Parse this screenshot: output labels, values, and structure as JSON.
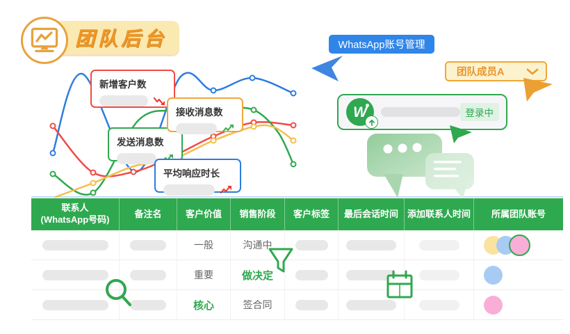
{
  "brand": {
    "title": "团队后台"
  },
  "chart": {
    "axis_color": "#C9DAF3",
    "cards": [
      {
        "key": "new-customers",
        "label": "新增客户数",
        "trend": "down",
        "trend_color": "#E93A34",
        "border": "#F04B45",
        "pill_w": 70
      },
      {
        "key": "sent-messages",
        "label": "发送消息数",
        "trend": "up",
        "trend_color": "#3FAE53",
        "border": "#2FA84F",
        "pill_w": 70
      },
      {
        "key": "received-messages",
        "label": "接收消息数",
        "trend": "up",
        "trend_color": "#3FAE53",
        "border": "#EFA73B",
        "pill_w": 70
      },
      {
        "key": "avg-response-time",
        "label": "平均响应时长",
        "trend": "up",
        "trend_color": "#E93A34",
        "border": "#2E7BE0",
        "pill_w": 88
      }
    ],
    "series": [
      {
        "name": "avg-response-time",
        "color": "#2E7CE0",
        "points": [
          [
            76,
            220
          ],
          [
            118,
            106
          ],
          [
            195,
            247
          ],
          [
            260,
            110
          ],
          [
            307,
            130
          ],
          [
            363,
            112
          ],
          [
            422,
            134
          ]
        ],
        "markers": [
          [
            76,
            220
          ],
          [
            307,
            130
          ],
          [
            363,
            112
          ],
          [
            422,
            134
          ]
        ]
      },
      {
        "name": "new-customers",
        "color": "#F04B45",
        "points": [
          [
            76,
            181
          ],
          [
            134,
            248
          ],
          [
            192,
            247
          ],
          [
            250,
            224
          ],
          [
            307,
            196
          ],
          [
            365,
            176
          ],
          [
            422,
            180
          ]
        ],
        "markers": [
          [
            76,
            181
          ],
          [
            134,
            248
          ],
          [
            192,
            247
          ],
          [
            307,
            196
          ],
          [
            365,
            176
          ],
          [
            422,
            180
          ]
        ]
      },
      {
        "name": "sent-messages",
        "color": "#2FA84F",
        "points": [
          [
            76,
            250
          ],
          [
            134,
            277
          ],
          [
            200,
            172
          ],
          [
            260,
            159
          ],
          [
            320,
            156
          ],
          [
            365,
            158
          ],
          [
            400,
            190
          ],
          [
            422,
            236
          ]
        ],
        "markers": [
          [
            76,
            250
          ],
          [
            134,
            277
          ],
          [
            365,
            158
          ],
          [
            422,
            236
          ]
        ]
      },
      {
        "name": "received-messages",
        "color": "#F5BE4B",
        "points": [
          [
            80,
            283
          ],
          [
            134,
            263
          ],
          [
            192,
            239
          ],
          [
            250,
            228
          ],
          [
            307,
            202
          ],
          [
            365,
            182
          ],
          [
            395,
            183
          ],
          [
            422,
            202
          ]
        ],
        "markers": [
          [
            134,
            263
          ],
          [
            307,
            202
          ],
          [
            365,
            182
          ],
          [
            422,
            202
          ]
        ]
      }
    ]
  },
  "panel": {
    "manage_button": {
      "label": "WhatsApp账号管理",
      "bg": "#3085E8"
    },
    "member_dropdown": {
      "label": "团队成员A",
      "border": "#F0A734",
      "bg": "#FCF2CE",
      "text_color": "#E8952B"
    },
    "account_card": {
      "logo_letter": "W",
      "status": "登录中",
      "status_color": "#2FA84F"
    }
  },
  "table": {
    "header_bg": "#2EA94F",
    "headers": [
      "联系人\n(WhatsApp号码)",
      "备注名",
      "客户价值",
      "销售阶段",
      "客户标签",
      "最后会话时间",
      "添加联系人时间",
      "所属团队账号"
    ],
    "rows": [
      {
        "cells": [
          {
            "type": "pill",
            "w": 95
          },
          {
            "type": "pill",
            "w": 52
          },
          {
            "type": "text",
            "value": "一般"
          },
          {
            "type": "text",
            "value": "沟通中"
          },
          {
            "type": "pill",
            "w": 47
          },
          {
            "type": "pill",
            "w": 72
          },
          {
            "type": "pill",
            "w": 58,
            "light": true
          },
          {
            "type": "dots",
            "dots": [
              {
                "color": "#FAE29F"
              },
              {
                "color": "#A8CBF4"
              },
              {
                "color": "#F9AED8",
                "ring": "#2FA84F"
              }
            ]
          }
        ]
      },
      {
        "cells": [
          {
            "type": "pill",
            "w": 95
          },
          {
            "type": "pill",
            "w": 52
          },
          {
            "type": "text",
            "value": "重要"
          },
          {
            "type": "text",
            "value": "做决定",
            "highlight": true
          },
          {
            "type": "pill",
            "w": 47
          },
          {
            "type": "pill",
            "w": 72
          },
          {
            "type": "pill",
            "w": 58,
            "light": true
          },
          {
            "type": "dots",
            "dots": [
              {
                "color": "#A8CBF4"
              }
            ]
          }
        ]
      },
      {
        "cells": [
          {
            "type": "pill",
            "w": 95
          },
          {
            "type": "pill",
            "w": 52
          },
          {
            "type": "text",
            "value": "核心",
            "highlight": true
          },
          {
            "type": "text",
            "value": "签合同"
          },
          {
            "type": "pill",
            "w": 47
          },
          {
            "type": "pill",
            "w": 72
          },
          {
            "type": "pill",
            "w": 58,
            "light": true
          },
          {
            "type": "dots",
            "dots": [
              {
                "color": "#F9AED8"
              }
            ]
          }
        ]
      }
    ]
  },
  "palette": {
    "green": "#2FA84F",
    "blue": "#2E7CE0",
    "red": "#F04B45",
    "yellow_line": "#F5BE4B",
    "orange_text": "#EE9727",
    "badge_bg": "#FBE9B2",
    "header_green": "#2EA94F",
    "pill_gray": "#E8E8E8",
    "dot_yellow": "#FAE29F",
    "dot_blue": "#A8CBF4",
    "dot_pink": "#F9AED8",
    "status_bg": "#DFF2E4",
    "button_blue": "#3085E8",
    "dropdown_bg": "#FCF2CE",
    "dropdown_border": "#F0A734"
  }
}
